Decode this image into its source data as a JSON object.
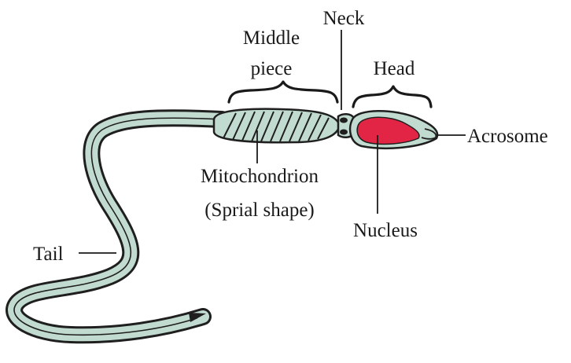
{
  "diagram": {
    "labels": {
      "middle_piece_line1": "Middle",
      "middle_piece_line2": "piece",
      "neck": "Neck",
      "head": "Head",
      "acrosome": "Acrosome",
      "mitochondrion_line1": "Mitochondrion",
      "mitochondrion_line2": "(Sprial shape)",
      "nucleus": "Nucleus",
      "tail": "Tail"
    },
    "colors": {
      "cell_body": "#c2dbd0",
      "outline": "#1f1f1f",
      "nucleus": "#e32545",
      "neck_granules": "#1f1f1f"
    }
  }
}
